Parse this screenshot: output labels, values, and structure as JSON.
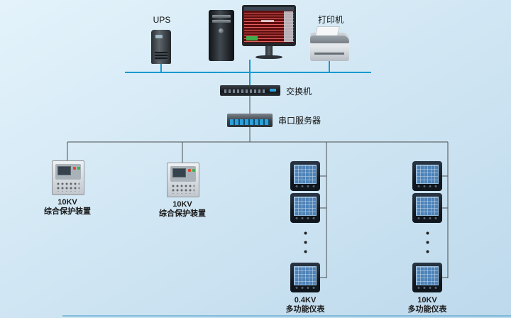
{
  "diagram": {
    "top": {
      "ups_label": "UPS",
      "printer_label": "打印机"
    },
    "network": {
      "switch_label": "交换机",
      "serial_server_label": "串口服务器"
    },
    "devices": {
      "protection1": {
        "line1": "10KV",
        "line2": "综合保护装置"
      },
      "protection2": {
        "line1": "10KV",
        "line2": "综合保护装置"
      },
      "meter_col1": {
        "line1": "0.4KV",
        "line2": "多功能仪表"
      },
      "meter_col2": {
        "line1": "10KV",
        "line2": "多功能仪表"
      }
    },
    "colors": {
      "background_top": "#e4f3fb",
      "background_bottom": "#bdd9ec",
      "ethernet_line": "#1899cf",
      "branch_line": "#4d4d4d",
      "meter_screen": "#4d83b8",
      "serial_port_blue": "#2da0d8"
    }
  }
}
